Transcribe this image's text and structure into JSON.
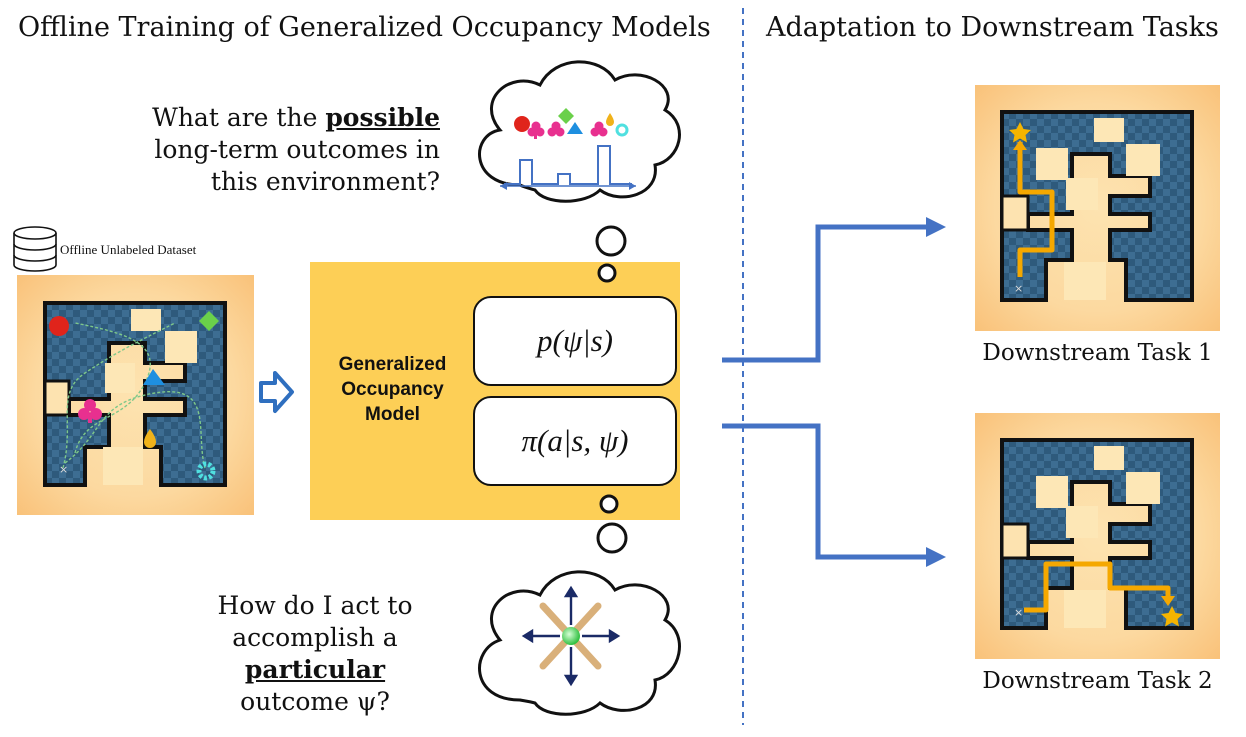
{
  "headers": {
    "left": "Offline Training of Generalized Occupancy Models",
    "right": "Adaptation to Downstream Tasks"
  },
  "question_top": {
    "line1_pre": "What are the ",
    "line1_bold": "possible",
    "line2": "long-term outcomes in",
    "line3": "this environment?"
  },
  "question_bottom": {
    "line1": "How do I act to",
    "line2_pre": "accomplish a ",
    "line2_bold": "particular",
    "line3": "outcome ψ?"
  },
  "dataset_label": "Offline Unlabeled Dataset",
  "model": {
    "label_line1": "Generalized",
    "label_line2": "Occupancy",
    "label_line3": "Model",
    "formula_top": "p(ψ|s)",
    "formula_bottom": "π(a|s, ψ)"
  },
  "tasks": {
    "task1": "Downstream Task 1",
    "task2": "Downstream Task 2"
  },
  "colors": {
    "accent_blue": "#4472c4",
    "model_yellow": "#fdcf56",
    "path_orange": "#f5a800",
    "maze_blue": "#2e5a7c"
  }
}
